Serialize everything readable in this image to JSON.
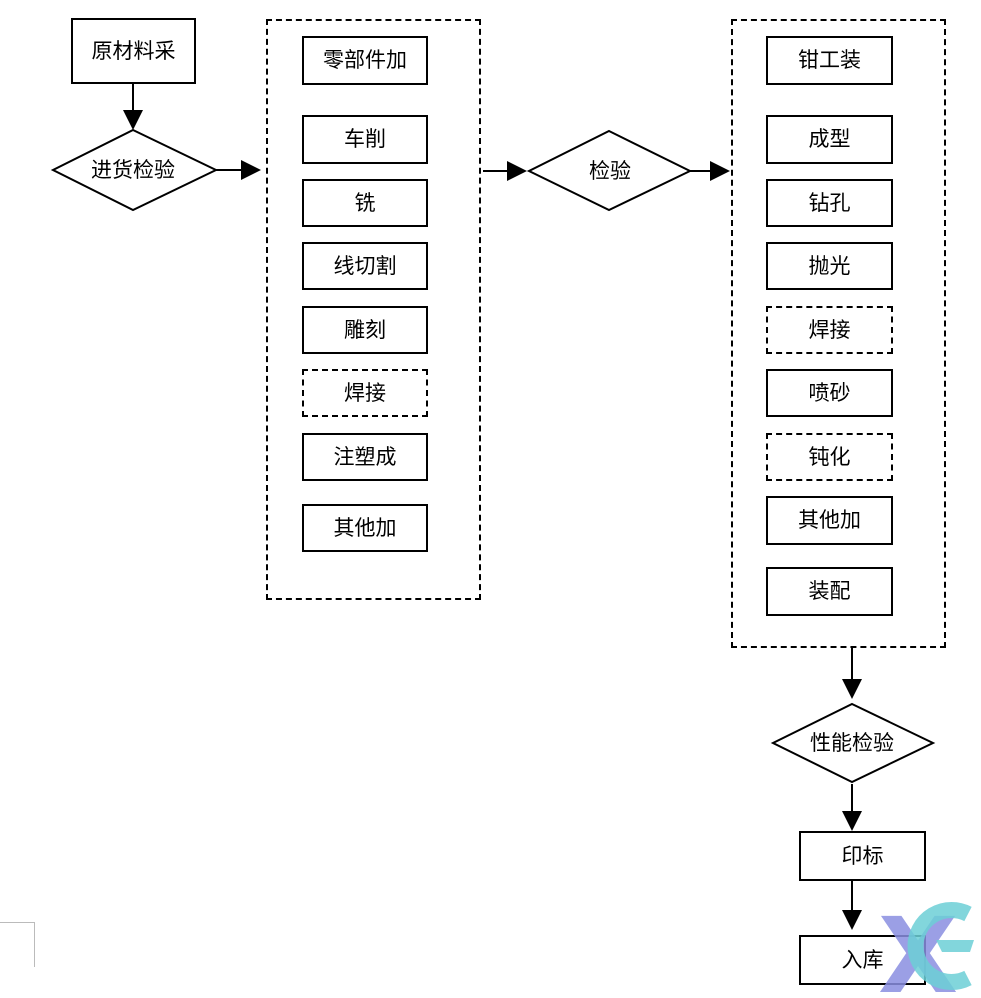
{
  "nodes": {
    "raw_material": "原材料采",
    "incoming_inspection": "进货检验",
    "inspection": "检验",
    "performance_inspection": "性能检验",
    "marking": "印标",
    "warehousing": "入库"
  },
  "parts_group": {
    "items": [
      "零部件加",
      "车削",
      "铣",
      "线切割",
      "雕刻",
      "焊接",
      "注塑成",
      "其他加"
    ]
  },
  "assembly_group": {
    "items": [
      "钳工装",
      "成型",
      "钻孔",
      "抛光",
      "焊接",
      "喷砂",
      "钝化",
      "其他加",
      "装配"
    ]
  },
  "logo": {
    "text": "XC",
    "colors": [
      "#8a8ee0",
      "#6ccfd6"
    ]
  }
}
